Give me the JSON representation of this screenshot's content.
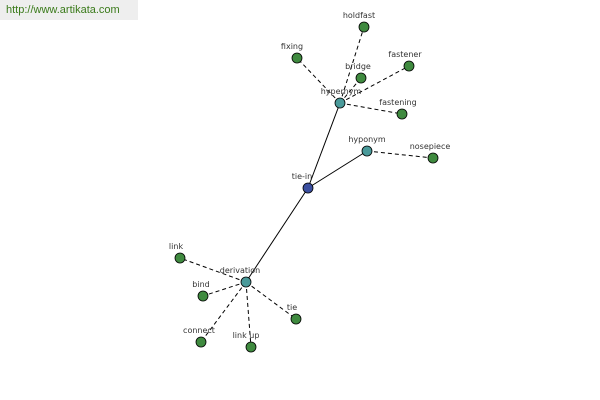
{
  "watermark": "http://www.artikata.com",
  "colors": {
    "center": "#3b4fa0",
    "hub": "#4a9a9a",
    "leaf": "#3f8a3f"
  },
  "nodes": [
    {
      "id": "tie-in",
      "label": "tie-in",
      "kind": "center"
    },
    {
      "id": "hypernym",
      "label": "hypernym",
      "kind": "hub"
    },
    {
      "id": "hyponym",
      "label": "hyponym",
      "kind": "hub"
    },
    {
      "id": "derivation",
      "label": "derivation",
      "kind": "hub"
    },
    {
      "id": "holdfast",
      "label": "holdfast",
      "kind": "leaf"
    },
    {
      "id": "fixing",
      "label": "fixing",
      "kind": "leaf"
    },
    {
      "id": "bridge",
      "label": "bridge",
      "kind": "leaf"
    },
    {
      "id": "fastener",
      "label": "fastener",
      "kind": "leaf"
    },
    {
      "id": "fastening",
      "label": "fastening",
      "kind": "leaf"
    },
    {
      "id": "nosepiece",
      "label": "nosepiece",
      "kind": "leaf"
    },
    {
      "id": "link",
      "label": "link",
      "kind": "leaf"
    },
    {
      "id": "bind",
      "label": "bind",
      "kind": "leaf"
    },
    {
      "id": "connect",
      "label": "connect",
      "kind": "leaf"
    },
    {
      "id": "link-up",
      "label": "link up",
      "kind": "leaf"
    },
    {
      "id": "tie",
      "label": "tie",
      "kind": "leaf"
    }
  ],
  "edges": [
    {
      "from": "tie-in",
      "to": "hypernym",
      "style": "solid"
    },
    {
      "from": "tie-in",
      "to": "hyponym",
      "style": "solid"
    },
    {
      "from": "tie-in",
      "to": "derivation",
      "style": "solid"
    },
    {
      "from": "hypernym",
      "to": "holdfast",
      "style": "dashed"
    },
    {
      "from": "hypernym",
      "to": "fixing",
      "style": "dashed"
    },
    {
      "from": "hypernym",
      "to": "bridge",
      "style": "dashed"
    },
    {
      "from": "hypernym",
      "to": "fastener",
      "style": "dashed"
    },
    {
      "from": "hypernym",
      "to": "fastening",
      "style": "dashed"
    },
    {
      "from": "hyponym",
      "to": "nosepiece",
      "style": "dashed"
    },
    {
      "from": "derivation",
      "to": "link",
      "style": "dashed"
    },
    {
      "from": "derivation",
      "to": "bind",
      "style": "dashed"
    },
    {
      "from": "derivation",
      "to": "connect",
      "style": "dashed"
    },
    {
      "from": "derivation",
      "to": "link-up",
      "style": "dashed"
    },
    {
      "from": "derivation",
      "to": "tie",
      "style": "dashed"
    }
  ]
}
